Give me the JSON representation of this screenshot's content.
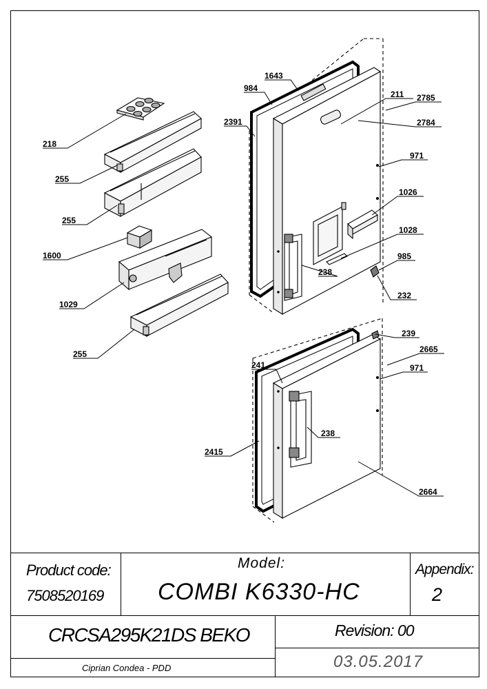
{
  "parts": [
    {
      "id": "p218",
      "number": "218"
    },
    {
      "id": "p255a",
      "number": "255"
    },
    {
      "id": "p255b",
      "number": "255"
    },
    {
      "id": "p1600",
      "number": "1600"
    },
    {
      "id": "p1029",
      "number": "1029"
    },
    {
      "id": "p255c",
      "number": "255"
    },
    {
      "id": "p984",
      "number": "984"
    },
    {
      "id": "p1643",
      "number": "1643"
    },
    {
      "id": "p2391",
      "number": "2391"
    },
    {
      "id": "p211",
      "number": "211"
    },
    {
      "id": "p2785",
      "number": "2785"
    },
    {
      "id": "p2784",
      "number": "2784"
    },
    {
      "id": "p971a",
      "number": "971"
    },
    {
      "id": "p1026",
      "number": "1026"
    },
    {
      "id": "p1028",
      "number": "1028"
    },
    {
      "id": "p985",
      "number": "985"
    },
    {
      "id": "p238a",
      "number": "238"
    },
    {
      "id": "p232",
      "number": "232"
    },
    {
      "id": "p239",
      "number": "239"
    },
    {
      "id": "p2665",
      "number": "2665"
    },
    {
      "id": "p241",
      "number": "241"
    },
    {
      "id": "p971b",
      "number": "971"
    },
    {
      "id": "p238b",
      "number": "238"
    },
    {
      "id": "p2415",
      "number": "2415"
    },
    {
      "id": "p2664",
      "number": "2664"
    }
  ],
  "title_block": {
    "product_code_label": "Product code:",
    "product_code": "7508520169",
    "model_label": "Model:",
    "model": "COMBI K6330-HC",
    "appendix_label": "Appendix:",
    "appendix": "2",
    "product_name": "CRCSA295K21DS BEKO",
    "revision": "Revision: 00",
    "author": "Ciprian Condea - PDD",
    "date": "03.05.2017"
  }
}
